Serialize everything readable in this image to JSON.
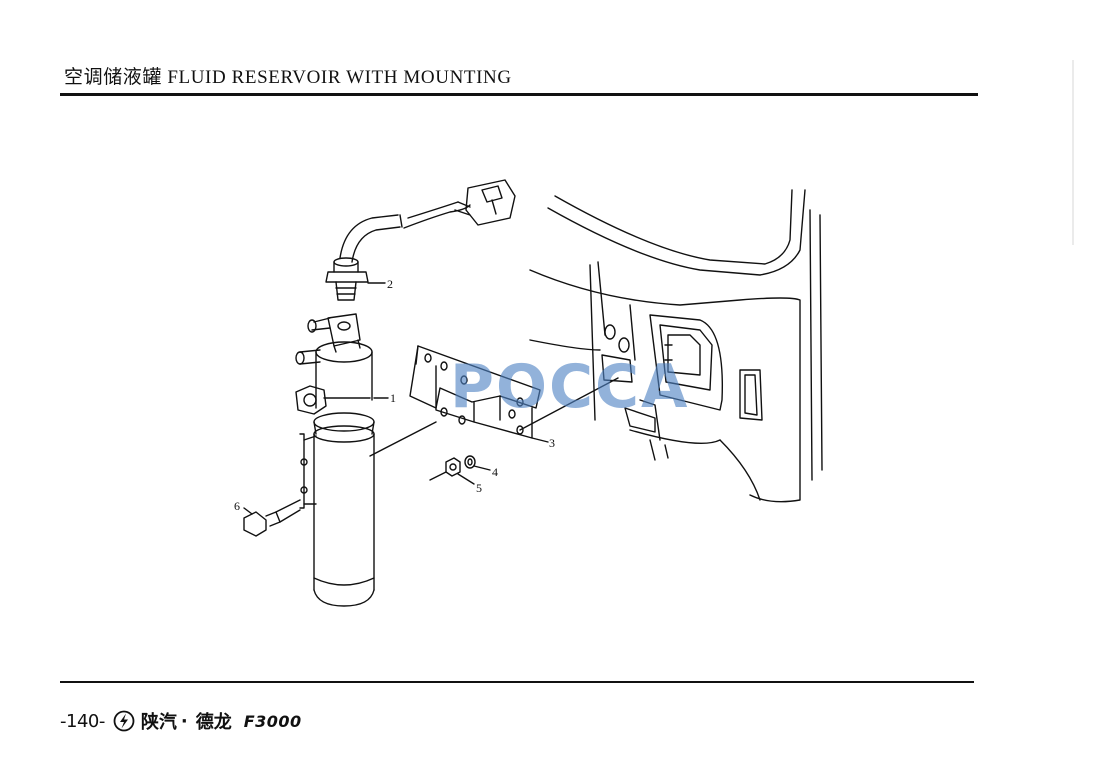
{
  "header": {
    "title": "空调储液罐 FLUID RESERVOIR WITH MOUNTING"
  },
  "diagram": {
    "callouts": [
      "1",
      "2",
      "3",
      "4",
      "5",
      "6"
    ]
  },
  "watermark": {
    "text": "POCCA",
    "color": "#4f82c4"
  },
  "footer": {
    "page_number": "-140-",
    "brand_name": "陕汽",
    "brand_separator": "·",
    "brand_series": "德龙",
    "model": "F3000"
  }
}
